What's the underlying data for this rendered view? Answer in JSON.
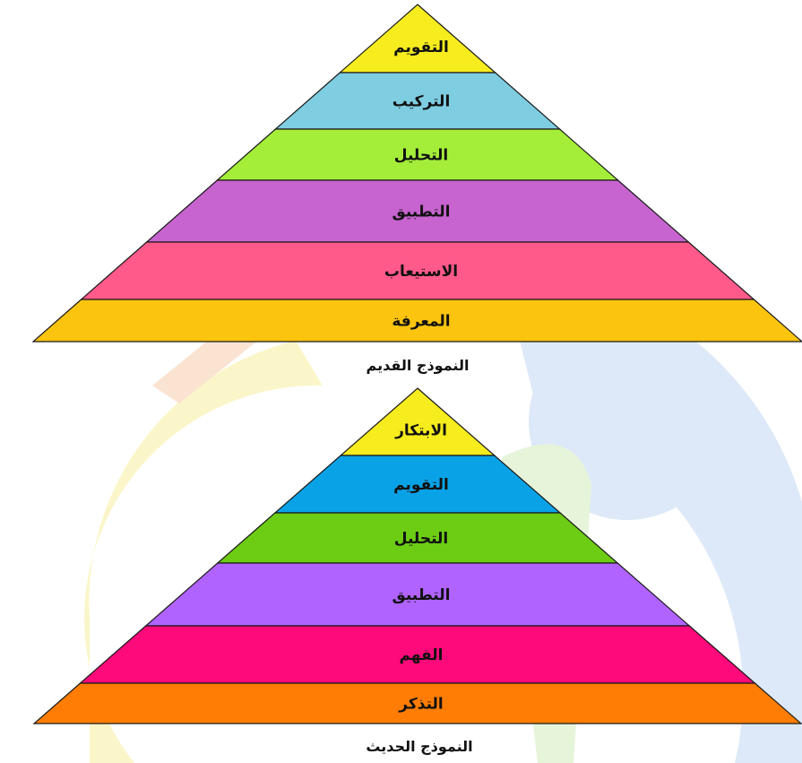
{
  "watermark": {
    "colors": {
      "blue": "#dde9f8",
      "yellow": "#fbf6c9",
      "green": "#e6f4d9",
      "orange": "#fbe3d2"
    }
  },
  "pyramids": [
    {
      "caption": "النموذج القديم",
      "levels": [
        {
          "label": "التقويم",
          "color": "#f7ec1e"
        },
        {
          "label": "التركيب",
          "color": "#7fcde1"
        },
        {
          "label": "التحليل",
          "color": "#a4ee3a"
        },
        {
          "label": "التطبيق",
          "color": "#c764cf"
        },
        {
          "label": "الاستيعاب",
          "color": "#ff5a8a"
        },
        {
          "label": "المعرفة",
          "color": "#fbc40f"
        }
      ]
    },
    {
      "caption": "النموذج الحديث",
      "levels": [
        {
          "label": "الابتكار",
          "color": "#f7ec1e"
        },
        {
          "label": "التقويم",
          "color": "#0aa2e6"
        },
        {
          "label": "التحليل",
          "color": "#6ccd14"
        },
        {
          "label": "التطبيق",
          "color": "#b063ff"
        },
        {
          "label": "الفهم",
          "color": "#ff0a7a"
        },
        {
          "label": "التذكر",
          "color": "#ff7d04"
        }
      ]
    }
  ]
}
